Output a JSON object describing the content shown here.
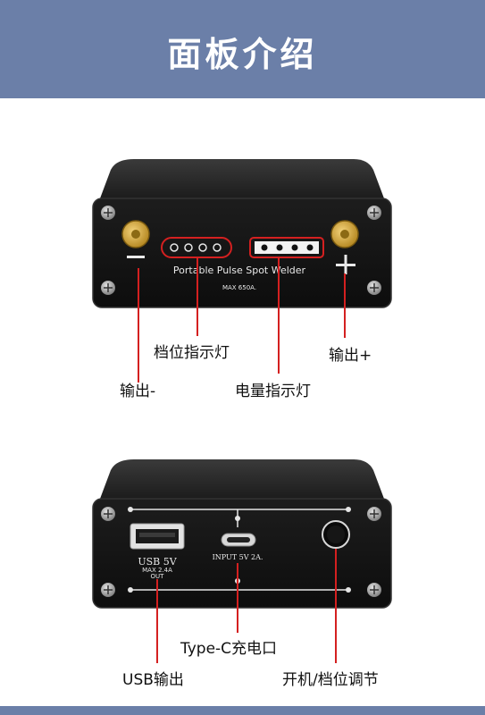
{
  "header": {
    "title": "面板介绍"
  },
  "front_panel": {
    "device_label": "Portable Pulse Spot Welder",
    "max_current": "MAX 650A.",
    "callouts": {
      "gear_indicator": "档位指示灯",
      "output_negative": "输出-",
      "battery_indicator": "电量指示灯",
      "output_positive": "输出+"
    }
  },
  "rear_panel": {
    "usb_label": "USB 5V",
    "usb_spec": "MAX 2.4A",
    "usb_out": "OUT",
    "input_label": "INPUT 5V  2A.",
    "callouts": {
      "typec_charge": "Type-C充电口",
      "usb_output": "USB输出",
      "power_gear": "开机/档位调节"
    }
  },
  "colors": {
    "banner": "#6b7fa8",
    "callout_line": "#d42020",
    "panel": "#151515"
  }
}
